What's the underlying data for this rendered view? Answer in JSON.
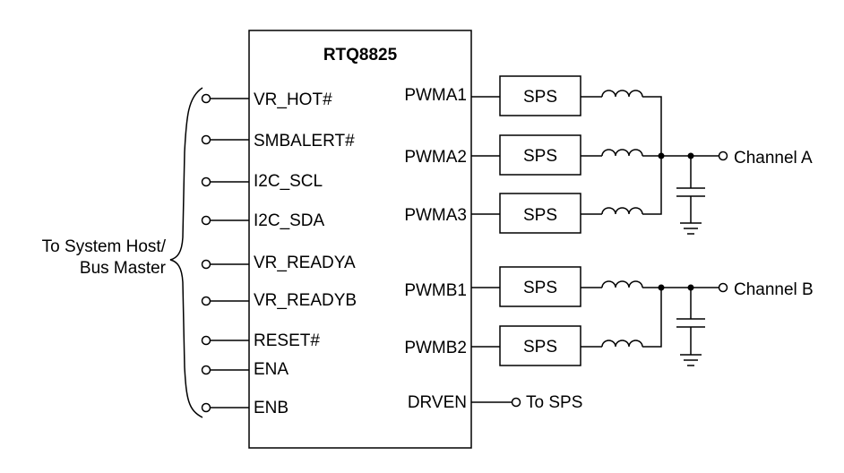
{
  "chip": {
    "name": "RTQ8825"
  },
  "left_pins": [
    "VR_HOT#",
    "SMBALERT#",
    "I2C_SCL",
    "I2C_SDA",
    "VR_READYA",
    "VR_READYB",
    "RESET#",
    "ENA",
    "ENB"
  ],
  "right_pins": [
    "PWMA1",
    "PWMA2",
    "PWMA3",
    "PWMB1",
    "PWMB2",
    "DRVEN"
  ],
  "sps_label": "SPS",
  "host_label": {
    "line1": "To System Host/",
    "line2": "Bus Master"
  },
  "channels": {
    "a": "Channel A",
    "b": "Channel B"
  },
  "drven_target": "To SPS"
}
